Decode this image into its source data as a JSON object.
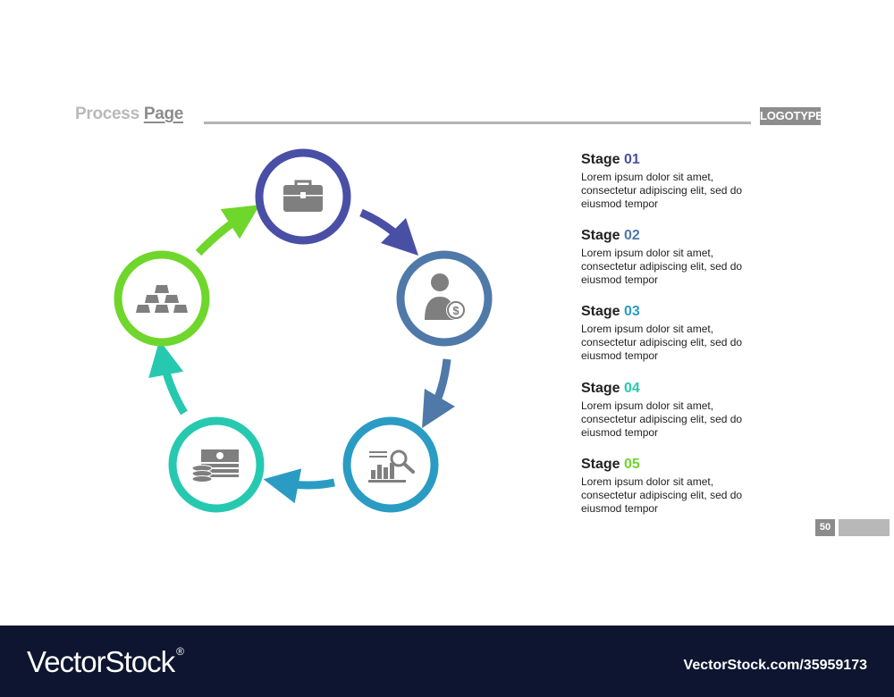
{
  "header": {
    "title_light": "Process ",
    "title_dark": "Page",
    "logo": "LOGOTYPE"
  },
  "colors": {
    "stage1": "#4a4fa6",
    "stage2": "#4f79a8",
    "stage3": "#2a9cc4",
    "stage4": "#26c9b0",
    "stage5": "#6fd62b",
    "icon": "#7f7f7f"
  },
  "stages": [
    {
      "label": "Stage ",
      "number": "01",
      "desc_lines": [
        "Lorem ipsum dolor sit amet,",
        "consectetur adipiscing elit, sed do",
        "eiusmod tempor"
      ],
      "icon": "briefcase-icon"
    },
    {
      "label": "Stage ",
      "number": "02",
      "desc_lines": [
        "Lorem ipsum dolor sit amet,",
        "consectetur adipiscing elit, sed do",
        "eiusmod tempor"
      ],
      "icon": "person-dollar-icon"
    },
    {
      "label": "Stage ",
      "number": "03",
      "desc_lines": [
        "Lorem ipsum dolor sit amet,",
        "consectetur adipiscing elit, sed do",
        "eiusmod tempor"
      ],
      "icon": "chart-magnifier-icon"
    },
    {
      "label": "Stage ",
      "number": "04",
      "desc_lines": [
        "Lorem ipsum dolor sit amet,",
        "consectetur adipiscing elit, sed do",
        "eiusmod tempor"
      ],
      "icon": "money-stack-icon"
    },
    {
      "label": "Stage ",
      "number": "05",
      "desc_lines": [
        "Lorem ipsum dolor sit amet,",
        "consectetur adipiscing elit, sed do",
        "eiusmod tempor"
      ],
      "icon": "gold-bars-icon"
    }
  ],
  "page_number": "50",
  "footer": {
    "brand": "VectorStock",
    "reg_mark": "®",
    "image_id": "VectorStock.com/35959173"
  }
}
